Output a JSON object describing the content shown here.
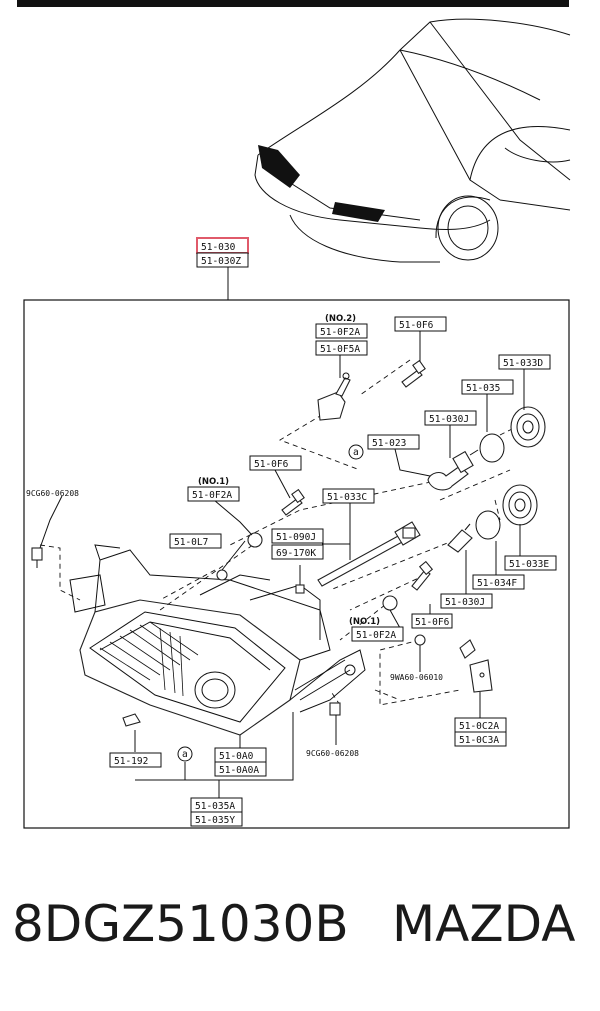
{
  "caption": {
    "part_number": "8DGZ51030B",
    "brand": "MAZDA"
  },
  "callouts": {
    "main": [
      "51-030",
      "51-030Z"
    ],
    "no2_tag": "(NO.2)",
    "no2": [
      "51-0F2A",
      "51-0F5A"
    ],
    "top_f6": "51-0F6",
    "c033d": "51-033D",
    "c035": "51-035",
    "c030j_top": "51-030J",
    "c023": "51-023",
    "a_mark": "a",
    "left_f6": "51-0F6",
    "no1_tag_left": "(NO.1)",
    "no1_left": "51-0F2A",
    "c9cg_top": "9CG60-06208",
    "c033c": "51-033C",
    "c0l7": "51-0L7",
    "pair_090j": [
      "51-090J",
      "69-170K"
    ],
    "c033e": "51-033E",
    "c034f": "51-034F",
    "c030j_mid": "51-030J",
    "no1_tag_right": "(NO.1)",
    "no1_right": "51-0F2A",
    "right_f6": "51-0F6",
    "c9wa": "9WA60-06010",
    "pair_0c2a": [
      "51-0C2A",
      "51-0C3A"
    ],
    "c9cg_bot": "9CG60-06208",
    "c192": "51-192",
    "pair_0a0": [
      "51-0A0",
      "51-0A0A"
    ],
    "pair_035a": [
      "51-035A",
      "51-035Y"
    ]
  },
  "icons": [
    "car-front-icon",
    "headlamp-assembly-icon",
    "bulb-icon",
    "socket-icon",
    "screw-icon"
  ],
  "colors": {
    "line": "#111111",
    "highlight": "#e05a6a",
    "background": "#ffffff"
  }
}
